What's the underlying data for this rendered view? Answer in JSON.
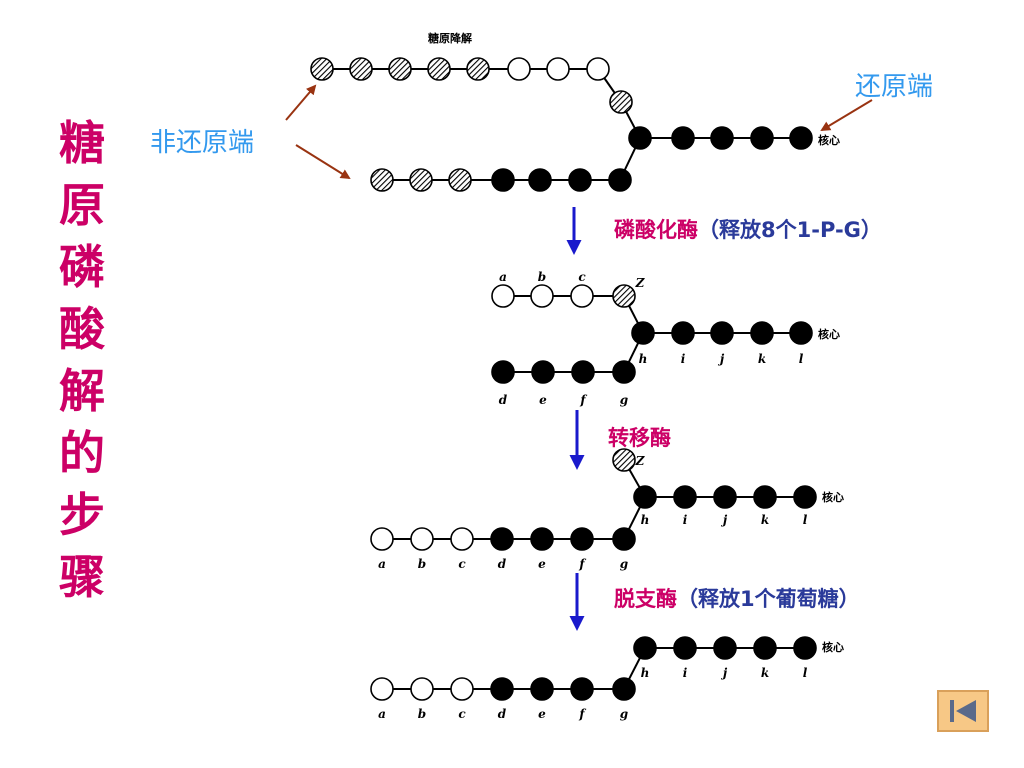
{
  "title_chars": [
    "糖",
    "原",
    "磷",
    "酸",
    "解",
    "的",
    "步",
    "骤"
  ],
  "labels": {
    "top_caption": "糖原降解",
    "non_reducing_end": "非还原端",
    "reducing_end": "还原端",
    "core": "核心"
  },
  "steps": [
    {
      "enzyme": "磷酸化酶",
      "note": "（释放8个1-P-G）"
    },
    {
      "enzyme": "转移酶",
      "note": ""
    },
    {
      "enzyme": "脱支酶",
      "note": "（释放1个葡萄糖）"
    }
  ],
  "residue_letters": [
    "a",
    "b",
    "c",
    "d",
    "e",
    "f",
    "g",
    "h",
    "i",
    "j",
    "k",
    "l"
  ],
  "z_letter": "Z",
  "colors": {
    "title": "#cc0066",
    "ends": "#3399ee",
    "enzyme": "#cc0066",
    "note": "#2a3a9a",
    "arrow_blue": "#1a1acc",
    "arrow_brown": "#993311"
  },
  "icons": {
    "nav_button": "back-to-start-icon"
  }
}
